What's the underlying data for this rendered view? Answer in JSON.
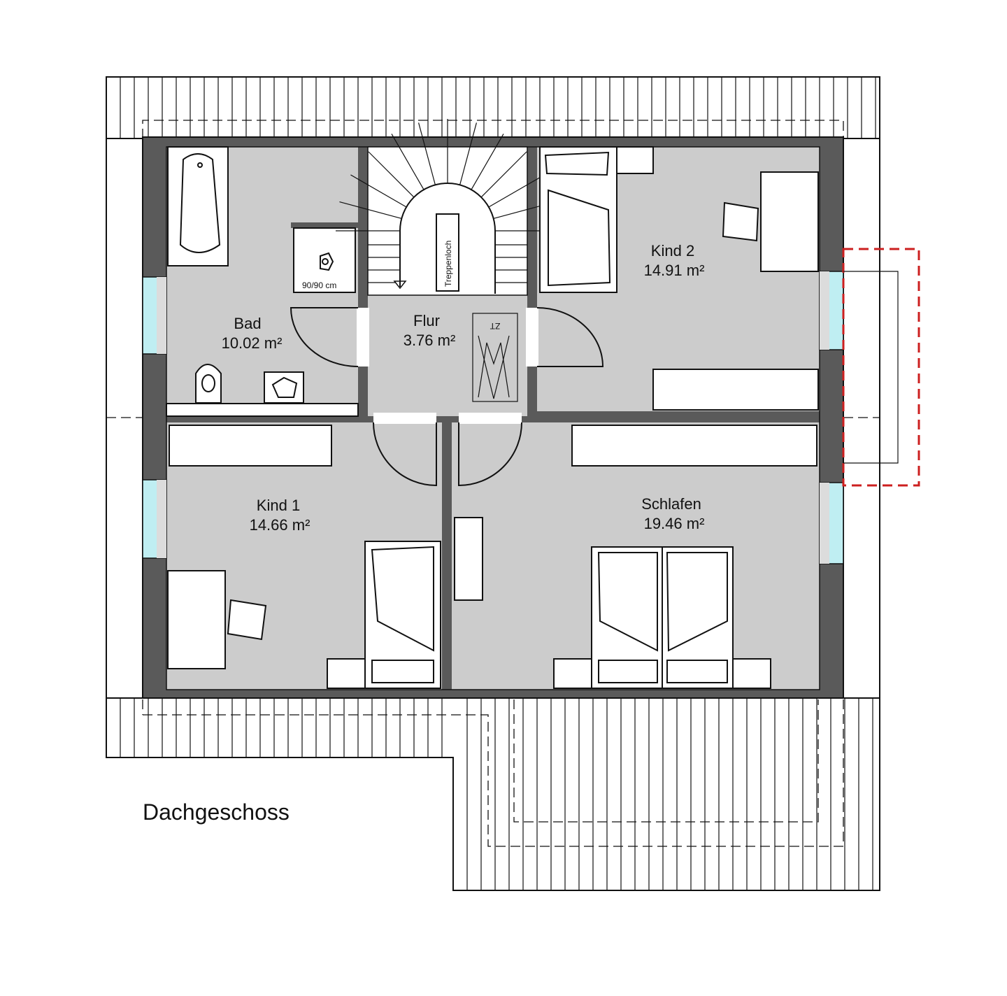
{
  "plan_title": "Dachgeschoss",
  "rooms": {
    "bad": {
      "name": "Bad",
      "area": "10.02 m²"
    },
    "flur": {
      "name": "Flur",
      "area": "3.76 m²"
    },
    "kind2": {
      "name": "Kind 2",
      "area": "14.91 m²"
    },
    "kind1": {
      "name": "Kind 1",
      "area": "14.66 m²"
    },
    "schlafen": {
      "name": "Schlafen",
      "area": "19.46 m²"
    }
  },
  "stair_label": "Treppenloch",
  "shower_label": "90/90 cm",
  "attic_hatch_label": "ZT",
  "colors": {
    "wall": "#5a5a5a",
    "floor": "#cccccc",
    "window": "#bfeef2",
    "dormer_outline": "#cc1f1f"
  }
}
